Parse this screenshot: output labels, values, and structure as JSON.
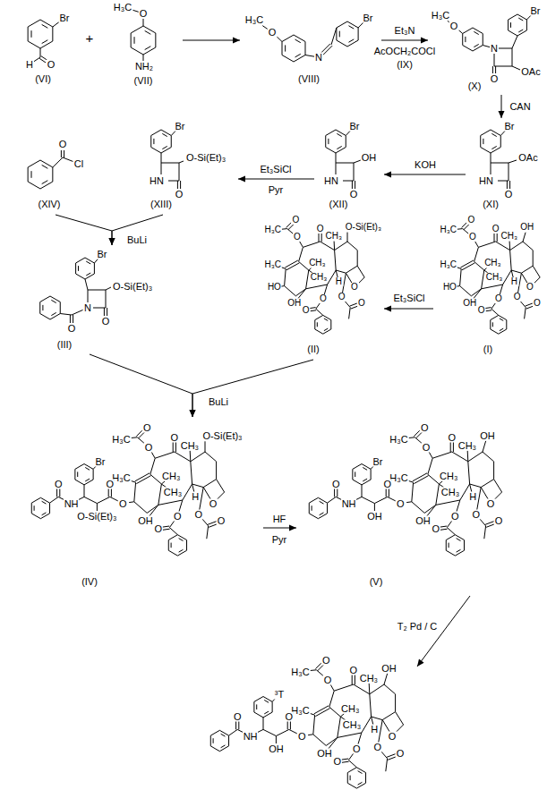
{
  "diagram": {
    "nodes": [
      {
        "text": [
          "(VI)",
          "Br",
          "H",
          "O"
        ]
      },
      {
        "text": [
          "(VII)",
          "H₃C",
          "O",
          "NH₂"
        ]
      },
      {
        "text": [
          "(VIII)",
          "H₃C",
          "O",
          "N",
          "Br"
        ]
      },
      {
        "text": [
          "(X)",
          "H₃C",
          "O",
          "N",
          "O",
          "OAc",
          "Br"
        ]
      },
      {
        "text": [
          "(XIV)",
          "O",
          "Cl"
        ]
      },
      {
        "text": [
          "(XIII)",
          "Br",
          "HN",
          "O",
          "O-Si(Et)₃"
        ]
      },
      {
        "text": [
          "(XII)",
          "Br",
          "HN",
          "O",
          "OH"
        ]
      },
      {
        "text": [
          "(XI)",
          "Br",
          "HN",
          "O",
          "OAc"
        ]
      },
      {
        "text": [
          "(III)",
          "Br",
          "N",
          "O",
          "O-Si(Et)₃",
          "O"
        ]
      },
      {
        "text": [
          "(II)",
          "O",
          "H₃C",
          "O",
          "O",
          "O-Si(Et)₃",
          "H₃C",
          "CH₃",
          "CH₃",
          "CH₃",
          "HO",
          "O",
          "H",
          "OH",
          "O",
          "O",
          "O",
          "O"
        ]
      },
      {
        "text": [
          "(I)",
          "O",
          "H₃C",
          "O",
          "O",
          "OH",
          "H₃C",
          "CH₃",
          "CH₃",
          "CH₃",
          "HO",
          "O",
          "H",
          "OH",
          "O",
          "O",
          "O",
          "O"
        ]
      },
      {
        "text": [
          "(IV)",
          "O",
          "H₃C",
          "O",
          "O",
          "O-Si(Et)₃",
          "H₃C",
          "CH₃",
          "CH₃",
          "CH₃",
          "O",
          "O",
          "H",
          "OH",
          "O",
          "O",
          "O",
          "O",
          "O",
          "O-Si(Et)₃",
          "Br",
          "NH",
          "O"
        ]
      },
      {
        "text": [
          "(V)",
          "O",
          "H₃C",
          "O",
          "O",
          "OH",
          "H₃C",
          "CH₃",
          "CH₃",
          "CH₃",
          "O",
          "O",
          "H",
          "OH",
          "O",
          "O",
          "O",
          "O",
          "O",
          "OH",
          "Br",
          "NH",
          "O"
        ]
      },
      {
        "text": [
          "O",
          "H₃C",
          "O",
          "O",
          "OH",
          "H₃C",
          "CH₃",
          "CH₃",
          "CH₃",
          "O",
          "O",
          "H",
          "OH",
          "O",
          "O",
          "O",
          "O",
          "O",
          "OH",
          "³T",
          "NH",
          "O"
        ]
      }
    ],
    "edges": [
      {
        "from": 1,
        "to": 2,
        "arrow": "to"
      },
      {
        "from": 2,
        "to": 3,
        "label": "Et₃N",
        "arrow": "to"
      },
      {
        "from": 3,
        "to": 7,
        "label": "CAN",
        "arrow": "to"
      },
      {
        "from": 7,
        "to": 6,
        "label": "KOH",
        "arrow": "to"
      },
      {
        "from": 6,
        "to": 5,
        "label": "Et₃SiCl",
        "arrow": "to"
      },
      {
        "from": 4,
        "to": 8,
        "arrow": "to"
      },
      {
        "from": 5,
        "to": 8,
        "label": "BuLi",
        "arrow": "to"
      },
      {
        "from": 10,
        "to": 9,
        "label": "Et₃SiCl",
        "arrow": "to"
      },
      {
        "from": 8,
        "to": 11,
        "arrow": "to"
      },
      {
        "from": 9,
        "to": 11,
        "label": "BuLi",
        "arrow": "to"
      },
      {
        "from": 11,
        "to": 12,
        "label": "HF",
        "arrow": "to"
      },
      {
        "from": 12,
        "to": 13,
        "label": "T₂ Pd / C",
        "arrow": "to"
      }
    ],
    "labels": [
      "+",
      "AcOCH₂COCl",
      "(IX)",
      "Pyr",
      "Pyr"
    ]
  }
}
